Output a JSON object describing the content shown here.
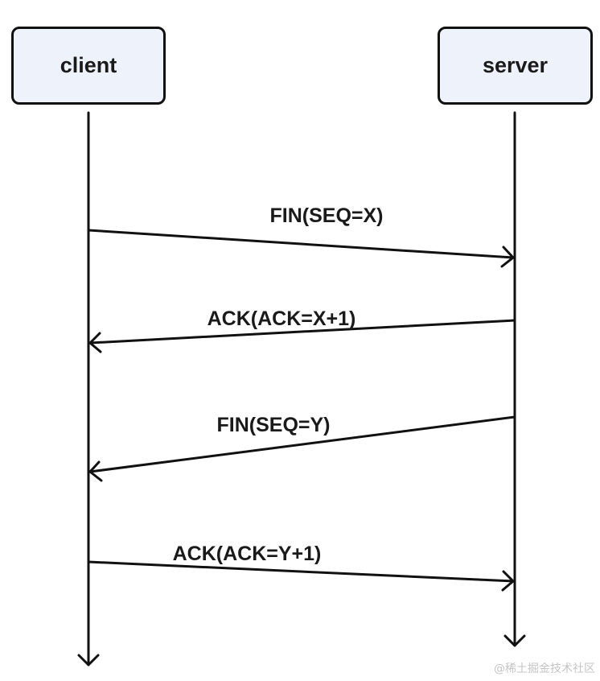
{
  "participants": {
    "client": "client",
    "server": "server"
  },
  "messages": [
    {
      "label": "FIN(SEQ=X)",
      "from": "client",
      "to": "server"
    },
    {
      "label": "ACK(ACK=X+1)",
      "from": "server",
      "to": "client"
    },
    {
      "label": "FIN(SEQ=Y)",
      "from": "server",
      "to": "client"
    },
    {
      "label": "ACK(ACK=Y+1)",
      "from": "client",
      "to": "server"
    }
  ],
  "watermark": "@稀土掘金技术社区",
  "colors": {
    "node_fill": "#eef2fb",
    "stroke": "#111111",
    "text": "#1a1a1a",
    "watermark": "#c4c4c4"
  }
}
